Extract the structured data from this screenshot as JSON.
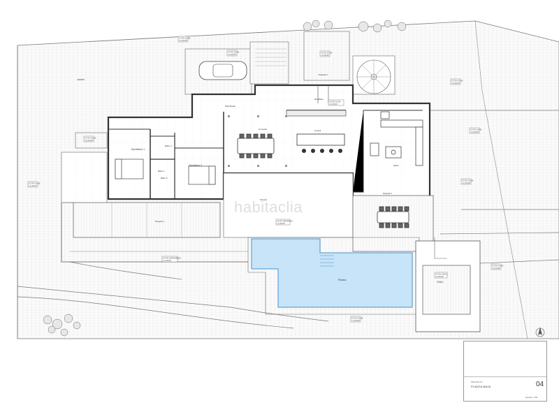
{
  "rooms": {
    "dormitorio1": "Dormitorio 1",
    "dormitorio2": "Dormitorio 2",
    "bano1": "Baño 1",
    "bano2": "Baño 2",
    "bano3": "Baño 3",
    "distribuidor": "Distribuidor",
    "comedor": "Comedor",
    "cocina": "Cocina",
    "salon": "Salón",
    "recibidor": "Recibidor",
    "pergola1": "Pérgola 1",
    "pergola2": "Pérgola 2",
    "pergola3": "Pérgola 3",
    "terraza": "Terraza",
    "piscina": "Piscina",
    "chill": "CHILL",
    "jardin": "JARDÍN"
  },
  "level_tags": [
    {
      "id": "t1",
      "l1": "COTA 10,00",
      "l2": "+1,00,00"
    },
    {
      "id": "t2",
      "l1": "COTA 10,00",
      "l2": "+1,00,00"
    },
    {
      "id": "t3",
      "l1": "COTA 10,00",
      "l2": "+1,00,00"
    },
    {
      "id": "t4",
      "l1": "COTA 10,00",
      "l2": "+1,00,00"
    },
    {
      "id": "t5",
      "l1": "COTA TERRAZA",
      "l2": "+1,00,00"
    },
    {
      "id": "t6",
      "l1": "COTA JARDINERA",
      "l2": "+1,00,00"
    },
    {
      "id": "t7",
      "l1": "COTA 10,00",
      "l2": "+1,00,00"
    },
    {
      "id": "t8",
      "l1": "COTA 10,00",
      "l2": "+1,00,00"
    },
    {
      "id": "t9",
      "l1": "COTA 10,00",
      "l2": "+1,00,00"
    },
    {
      "id": "t10",
      "l1": "COTA 10,00",
      "l2": "+1,00,00"
    },
    {
      "id": "t11",
      "l1": "COTA 10,00",
      "l2": "+1,00,00"
    },
    {
      "id": "t12",
      "l1": "COTA 10,00",
      "l2": "+1,00,00"
    },
    {
      "id": "t13",
      "l1": "COTA 10,00",
      "l2": "+1,00,00"
    },
    {
      "id": "t14",
      "l1": "COTA CHILL",
      "l2": "+1,00,00"
    }
  ],
  "title_block": {
    "subtitle": "PROYECTO",
    "title": "PLANTA BAJA",
    "sheet_number": "04",
    "scale": "Escala 1:100"
  },
  "watermark": "habitaclia",
  "colors": {
    "pool": "#c8e4f8",
    "pool_stroke": "#4a90c8",
    "lines": "#555555",
    "hatch": "#dcdcdc"
  }
}
